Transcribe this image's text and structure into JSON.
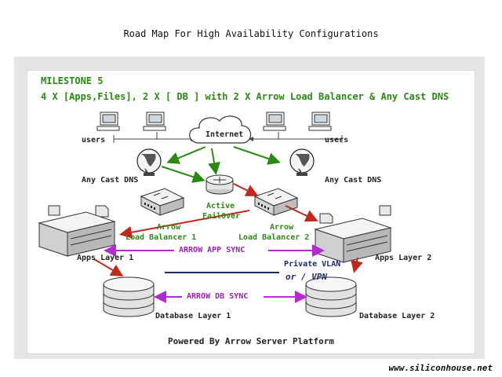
{
  "title": "Road Map For High Availability Configurations",
  "milestone": "MILESTONE 5",
  "subtitle": "4 X [Apps,Files], 2 X [ DB ] with 2 X Arrow Load Balancer & Any Cast DNS",
  "labels": {
    "users_left": "users",
    "users_right": "users",
    "internet": "Internet",
    "dns_left": "Any Cast DNS",
    "dns_right": "Any Cast DNS",
    "active": "Active",
    "failover": "FailOver",
    "lb1_arrow": "Arrow",
    "lb1_name": "Load Balancer 1",
    "lb2_arrow": "Arrow",
    "lb2_name": "Load Balancer 2",
    "apps1": "Apps Layer 1",
    "apps2": "Apps Layer 2",
    "app_sync": "ARROW APP SYNC",
    "private_vlan": "Private VLAN",
    "or_vpn": "or / VPN",
    "db_sync": "ARROW DB SYNC",
    "db1": "Database Layer 1",
    "db2": "Database Layer 2"
  },
  "footer": "Powered By Arrow Server Platform",
  "url": "www.siliconhouse.net",
  "colors": {
    "milestone_text": "#2a8a14",
    "sync_arrows": "#b32bd0",
    "red_arrows": "#c0281c",
    "green_arrows": "#2a8a14",
    "vlan_line": "#1b2a6b"
  }
}
